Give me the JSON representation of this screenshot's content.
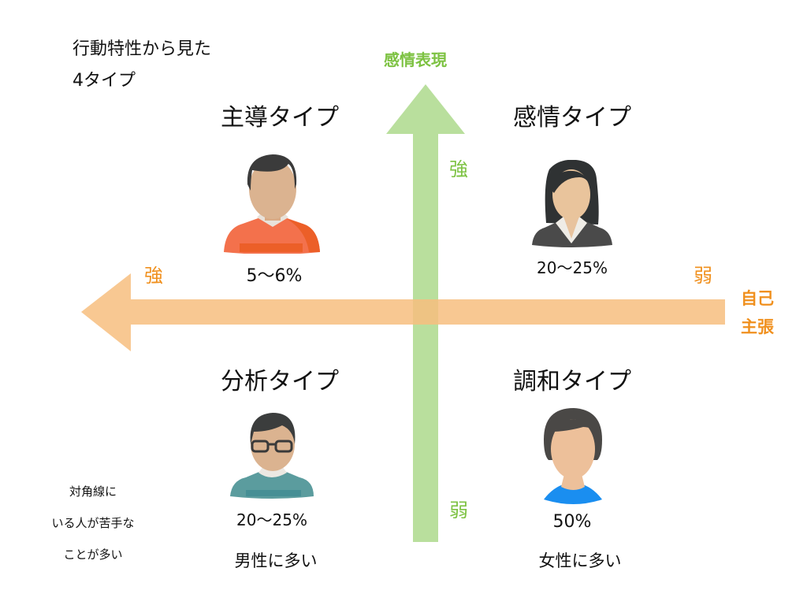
{
  "title": {
    "line1": "行動特性から見た",
    "line2": "4タイプ"
  },
  "vertical_axis": {
    "label": "感情表現",
    "strong": "強",
    "weak": "弱",
    "color": "#b9df9d"
  },
  "horizontal_axis": {
    "label_line1": "自己",
    "label_line2": "主張",
    "strong": "強",
    "weak": "弱",
    "color": "#f8c78e"
  },
  "quadrants": [
    {
      "name": "主導タイプ",
      "percent": "5〜6%"
    },
    {
      "name": "感情タイプ",
      "percent": "20〜25%"
    },
    {
      "name": "分析タイプ",
      "percent": "20〜25%"
    },
    {
      "name": "調和タイプ",
      "percent": "50%"
    }
  ],
  "gender_notes": {
    "male": "男性に多い",
    "female": "女性に多い"
  },
  "diagonal_note": [
    "対角線に",
    "いる人が苦手な",
    "ことが多い"
  ]
}
